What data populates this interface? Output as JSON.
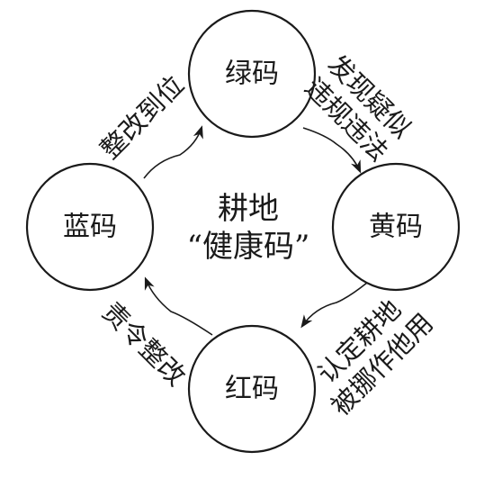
{
  "center": {
    "line1": "耕地",
    "line2": "“健康码”"
  },
  "nodes": {
    "green": "绿码",
    "yellow": "黄码",
    "red": "红码",
    "blue": "蓝码"
  },
  "edges": {
    "green_to_yellow": {
      "line1": "发现疑似",
      "line2": "违规违法"
    },
    "yellow_to_red": {
      "line1": "认定耕地",
      "line2": "被挪作他用"
    },
    "red_to_blue": {
      "line1": "责令整改"
    },
    "blue_to_green": {
      "line1": "整改到位"
    }
  }
}
